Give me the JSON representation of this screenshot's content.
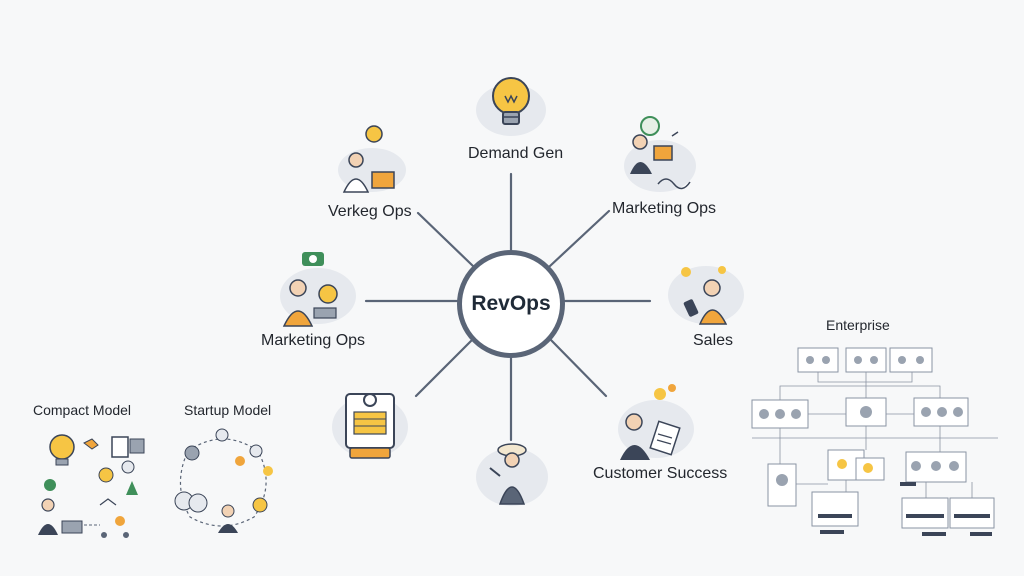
{
  "center": {
    "label": "RevOps"
  },
  "spokes": [
    {
      "label": "Demand Gen",
      "icon": "lightbulb-icon"
    },
    {
      "label": "Marketing Ops",
      "icon": "person-presenting-icon"
    },
    {
      "label": "Sales",
      "icon": "person-with-phone-icon"
    },
    {
      "label": "Customer Success",
      "icon": "person-with-clipboard-icon"
    },
    {
      "label": "",
      "icon": "person-with-hat-icon"
    },
    {
      "label": "",
      "icon": "clipboard-dashboard-icon"
    },
    {
      "label": "Marketing Ops",
      "icon": "person-with-lightbulb-icon"
    },
    {
      "label": "Verkeg Ops",
      "icon": "person-at-desk-icon"
    }
  ],
  "models": {
    "compact": {
      "label": "Compact Model"
    },
    "startup": {
      "label": "Startup Model"
    },
    "enterprise": {
      "label": "Enterprise"
    }
  },
  "colors": {
    "hub_border": "#5a6577",
    "spoke_line": "#5a6577",
    "accent_orange": "#f0a53c",
    "accent_yellow": "#f6c544",
    "accent_green": "#3f8f5a",
    "figure_navy": "#3b4558"
  }
}
